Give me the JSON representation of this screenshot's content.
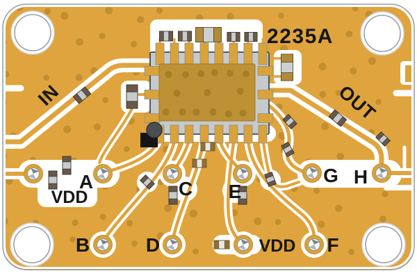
{
  "part_number": "2235A",
  "port_labels": {
    "in": "IN",
    "out": "OUT"
  },
  "test_points": {
    "vdd_left": "VDD",
    "a": "A",
    "b": "B",
    "c": "C",
    "d": "D",
    "e": "E",
    "f": "F",
    "g": "G",
    "h": "H",
    "vdd_bottom": "VDD"
  },
  "colors": {
    "board_gold": "#E0A43E",
    "via_dot": "#BE8C2F",
    "silkscreen_white": "#FFFFFF",
    "ic_body_gray": "#C7CACC",
    "ic_center_pad": "#BD9134",
    "pad_gold": "#D9A339",
    "text_black": "#161616"
  }
}
